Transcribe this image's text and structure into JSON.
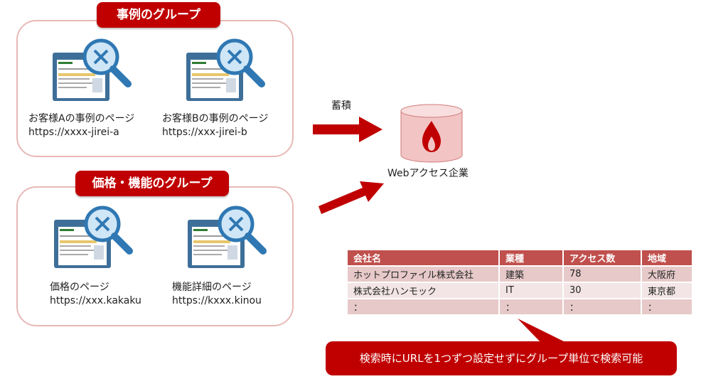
{
  "groups": {
    "case": {
      "label": "事例のグループ",
      "pages": [
        {
          "title": "お客様Aの事例のページ",
          "url": "https://xxxx-jirei-a"
        },
        {
          "title": "お客様Bの事例のページ",
          "url": "https://xxx-jirei-b"
        }
      ]
    },
    "price": {
      "label": "価格・機能のグループ",
      "pages": [
        {
          "title": "価格のページ",
          "url": "https://xxx.kakaku"
        },
        {
          "title": "機能詳細のページ",
          "url": "https://kxxx.kinou"
        }
      ]
    }
  },
  "arrow_label": "蓄積",
  "database": {
    "label": "Webアクセス企業"
  },
  "table": {
    "headers": [
      "会社名",
      "業種",
      "アクセス数",
      "地域"
    ],
    "rows": [
      [
        "ホットプロファイル株式会社",
        "建築",
        "78",
        "大阪府"
      ],
      [
        "株式会社ハンモック",
        "IT",
        "30",
        "東京都"
      ],
      [
        "：",
        "：",
        "：",
        "："
      ]
    ]
  },
  "callout": "検索時にURLを1つずつ設定せずにグループ単位で検索可能",
  "colors": {
    "accent": "#c00000",
    "group_border": "#e8b9b6",
    "table_header": "#c0504d",
    "table_row_dark": "#e6c9c8",
    "table_row_light": "#f3e5e5",
    "db_fill": "#f2c4c4"
  }
}
